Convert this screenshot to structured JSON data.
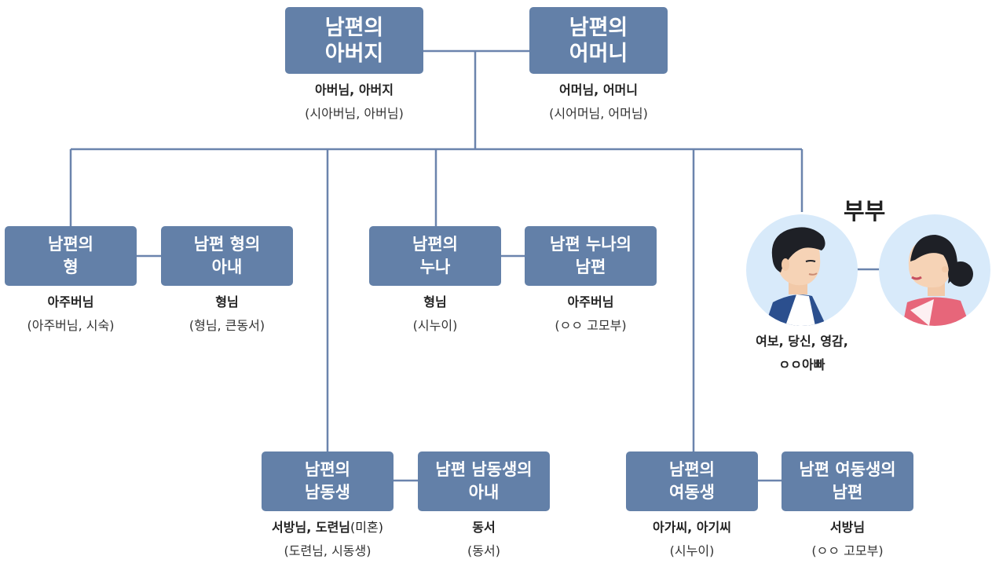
{
  "boxes": {
    "father_in_law": {
      "line1": "남편의",
      "line2": "아버지"
    },
    "mother_in_law": {
      "line1": "남편의",
      "line2": "어머니"
    },
    "older_brother": {
      "line1": "남편의",
      "line2": "형"
    },
    "older_brother_wife": {
      "line1": "남편 형의",
      "line2": "아내"
    },
    "older_sister": {
      "line1": "남편의",
      "line2": "누나"
    },
    "older_sister_husband": {
      "line1": "남편 누나의",
      "line2": "남편"
    },
    "younger_brother": {
      "line1": "남편의",
      "line2": "남동생"
    },
    "younger_brother_wife": {
      "line1": "남편 남동생의",
      "line2": "아내"
    },
    "younger_sister": {
      "line1": "남편의",
      "line2": "여동생"
    },
    "younger_sister_husband": {
      "line1": "남편 여동생의",
      "line2": "남편"
    }
  },
  "captions": {
    "father_in_law": {
      "title": "아버님, 아버지",
      "sub": "(시아버님, 아버님)"
    },
    "mother_in_law": {
      "title": "어머님, 어머니",
      "sub": "(시어머님, 어머님)"
    },
    "older_brother": {
      "title": "아주버님",
      "sub": "(아주버님, 시숙)"
    },
    "older_brother_wife": {
      "title": "형님",
      "sub": "(형님, 큰동서)"
    },
    "older_sister": {
      "title": "형님",
      "sub": "(시누이)"
    },
    "older_sister_husband": {
      "title": "아주버님",
      "sub": "(ㅇㅇ 고모부)"
    },
    "younger_brother": {
      "title": "서방님, 도련님",
      "title_extra": "(미혼)",
      "sub": "(도련님, 시동생)"
    },
    "younger_brother_wife": {
      "title": "동서",
      "sub": "(동서)"
    },
    "younger_sister": {
      "title": "아가씨, 아기씨",
      "sub": "(시누이)"
    },
    "younger_sister_husband": {
      "title": "서방님",
      "sub": "(ㅇㅇ 고모부)"
    },
    "couple": {
      "title": "여보, 당신, 영감,",
      "sub": "ㅇㅇ아빠"
    }
  },
  "couple_label": "부부",
  "colors": {
    "box": "#6380a8",
    "line": "#6b84ad",
    "avatar_bg": "#d8eafa",
    "husband_suit": "#2b4f8e",
    "wife_hanbok": "#e7667a"
  }
}
